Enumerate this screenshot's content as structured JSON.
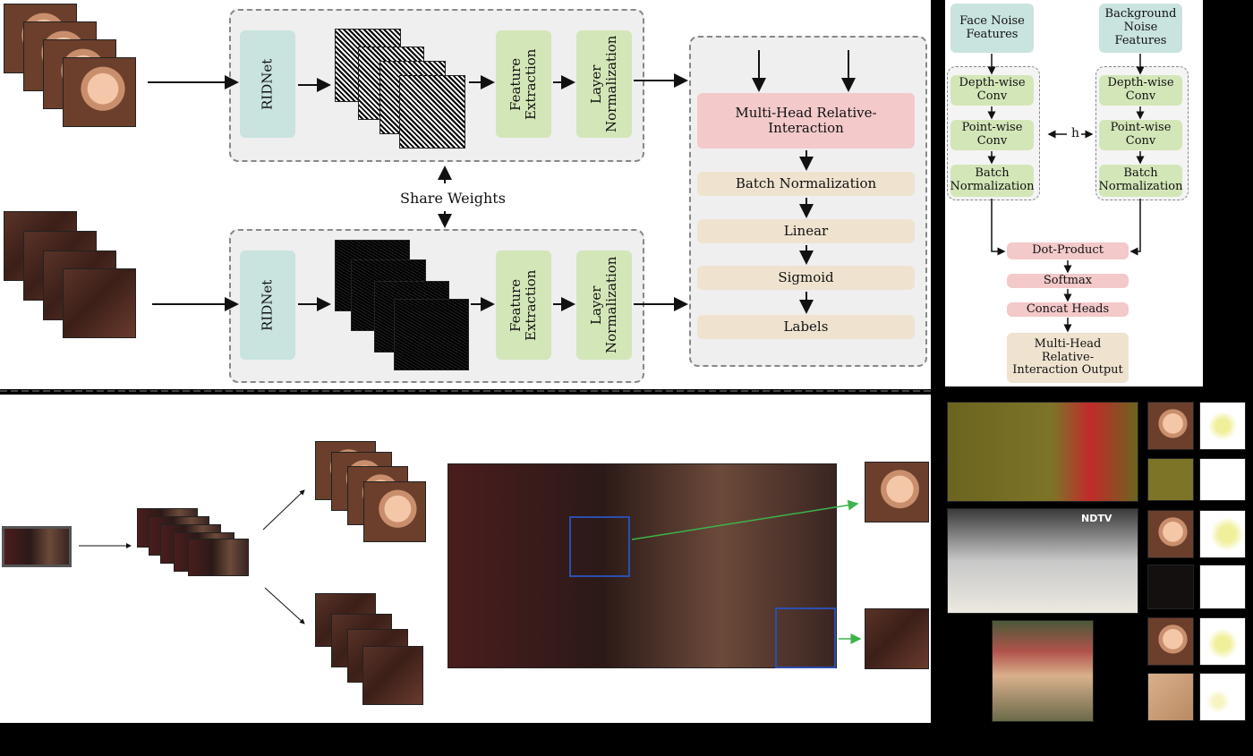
{
  "main_diagram": {
    "top_branch": {
      "ridnet": "RIDNet",
      "feature_extraction": "Feature Extraction",
      "layer_normalization": "Layer Normalization"
    },
    "bottom_branch": {
      "ridnet": "RIDNet",
      "feature_extraction": "Feature Extraction",
      "layer_normalization": "Layer Normalization"
    },
    "share_weights": "Share Weights",
    "classifier": {
      "multi_head": "Multi-Head Relative-Interaction",
      "batch_norm": "Batch Normalization",
      "linear": "Linear",
      "sigmoid": "Sigmoid",
      "labels": "Labels"
    }
  },
  "attention_diagram": {
    "face_noise": "Face Noise Features",
    "background_noise": "Background Noise Features",
    "depthwise_left": "Depth-wise Conv",
    "pointwise_left": "Point-wise Conv",
    "batchnorm_left": "Batch Normalization",
    "depthwise_right": "Depth-wise Conv",
    "pointwise_right": "Point-wise Conv",
    "batchnorm_right": "Batch Normalization",
    "h_label": "h",
    "dot_product": "Dot-Product",
    "softmax": "Softmax",
    "concat_heads": "Concat Heads",
    "output": "Multi-Head Relative-Interaction Output"
  },
  "examples": {
    "ndtv_logo": "NDTV"
  },
  "colors": {
    "teal": "#c9e3df",
    "green": "#d3e6b8",
    "pink": "#f3c9ca",
    "tan": "#efe3d0",
    "face_box": "#2b4fb0",
    "green_arrow": "#3cb44b"
  }
}
